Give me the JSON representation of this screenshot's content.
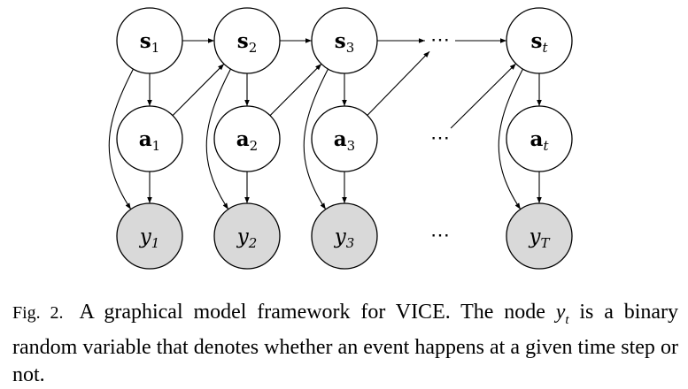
{
  "colors": {
    "observed_fill": "#d9d9d9",
    "latent_fill": "#ffffff",
    "stroke": "#000000"
  },
  "nodes": [
    {
      "id": "s1",
      "base": "s",
      "sub": "1",
      "style": "bold",
      "observed": false
    },
    {
      "id": "s2",
      "base": "s",
      "sub": "2",
      "style": "bold",
      "observed": false
    },
    {
      "id": "s3",
      "base": "s",
      "sub": "3",
      "style": "bold",
      "observed": false
    },
    {
      "id": "st",
      "base": "s",
      "sub": "t",
      "style": "bold",
      "observed": false
    },
    {
      "id": "a1",
      "base": "a",
      "sub": "1",
      "style": "bold",
      "observed": false
    },
    {
      "id": "a2",
      "base": "a",
      "sub": "2",
      "style": "bold",
      "observed": false
    },
    {
      "id": "a3",
      "base": "a",
      "sub": "3",
      "style": "bold",
      "observed": false
    },
    {
      "id": "at",
      "base": "a",
      "sub": "t",
      "style": "bold",
      "observed": false
    },
    {
      "id": "y1",
      "base": "y",
      "sub": "1",
      "style": "italic",
      "observed": true
    },
    {
      "id": "y2",
      "base": "y",
      "sub": "2",
      "style": "italic",
      "observed": true
    },
    {
      "id": "y3",
      "base": "y",
      "sub": "3",
      "style": "italic",
      "observed": true
    },
    {
      "id": "yT",
      "base": "y",
      "sub": "T",
      "style": "italic",
      "observed": true
    }
  ],
  "ellipses": [
    {
      "id": "dots_s",
      "text": "⋯"
    },
    {
      "id": "dots_a",
      "text": "⋯"
    },
    {
      "id": "dots_y",
      "text": "⋯"
    }
  ],
  "edges": [
    {
      "from": "s1",
      "to": "s2"
    },
    {
      "from": "s2",
      "to": "s3"
    },
    {
      "from": "s3",
      "to": "dots_s"
    },
    {
      "from": "dots_s",
      "to": "st"
    },
    {
      "from": "s1",
      "to": "a1"
    },
    {
      "from": "s2",
      "to": "a2"
    },
    {
      "from": "s3",
      "to": "a3"
    },
    {
      "from": "st",
      "to": "at"
    },
    {
      "from": "a1",
      "to": "y1"
    },
    {
      "from": "a2",
      "to": "y2"
    },
    {
      "from": "a3",
      "to": "y3"
    },
    {
      "from": "at",
      "to": "yT"
    },
    {
      "from": "a1",
      "to": "s2"
    },
    {
      "from": "a2",
      "to": "s3"
    },
    {
      "from": "a3",
      "to": "dots_s"
    },
    {
      "from": "dots_a",
      "to": "st"
    },
    {
      "from": "s1",
      "to": "y1",
      "curved": true
    },
    {
      "from": "s2",
      "to": "y2",
      "curved": true
    },
    {
      "from": "s3",
      "to": "y3",
      "curved": true
    },
    {
      "from": "st",
      "to": "yT",
      "curved": true
    }
  ],
  "caption": {
    "label": "Fig. 2.",
    "text_before": "A graphical model framework for VICE. The node ",
    "var_base": "y",
    "var_sub": "t",
    "text_after": " is a binary random variable that denotes whether an event happens at a given time step or not."
  }
}
